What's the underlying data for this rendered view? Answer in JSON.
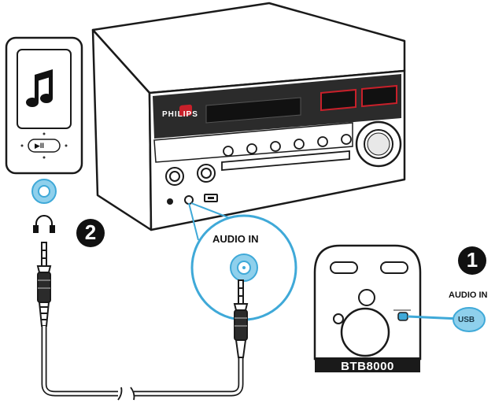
{
  "labels": {
    "audio_in_zoom": "AUDIO IN",
    "audio_in_side": "AUDIO IN",
    "usb_port": "USB",
    "brand": "PHILIPS",
    "model": "BTB8000",
    "play_pause": "▶II"
  },
  "steps": [
    {
      "number": "1"
    },
    {
      "number": "2"
    }
  ],
  "colors": {
    "line": "#1a1a1a",
    "accent_blue": "#3fa9d8",
    "light_blue": "#8fd0ec",
    "panel_dark": "#2b2b2b",
    "display_red": "#c8202a"
  },
  "icons": [
    "music-note-icon",
    "headphone-icon",
    "usb-port-icon"
  ]
}
